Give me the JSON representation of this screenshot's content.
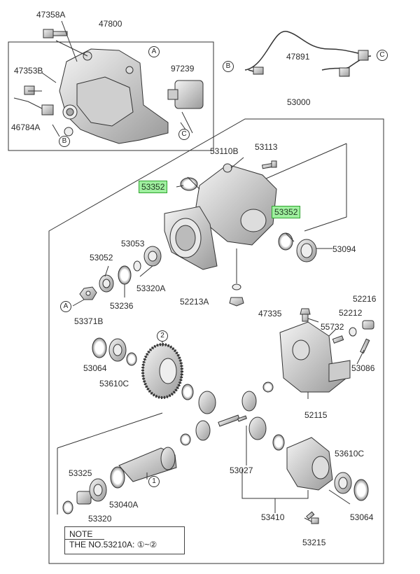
{
  "parts": {
    "p47358A": "47358A",
    "p47800": "47800",
    "p47353B": "47353B",
    "p46784A": "46784A",
    "p97239": "97239",
    "p47891": "47891",
    "p53000": "53000",
    "p53110B": "53110B",
    "p53113": "53113",
    "p53352a": "53352",
    "p53352b": "53352",
    "p53094": "53094",
    "p53053": "53053",
    "p53052": "53052",
    "p53320A": "53320A",
    "p53236": "53236",
    "p53371B": "53371B",
    "p52213A": "52213A",
    "p47335": "47335",
    "p52216": "52216",
    "p52212": "52212",
    "p55732": "55732",
    "p53086": "53086",
    "p53064a": "53064",
    "p53610Ca": "53610C",
    "p52115": "52115",
    "p53027": "53027",
    "p53325": "53325",
    "p53320": "53320",
    "p53040A": "53040A",
    "p53410": "53410",
    "p53610Cb": "53610C",
    "p53064b": "53064",
    "p53215": "53215"
  },
  "refs": {
    "A": "A",
    "B": "B",
    "C": "C",
    "two": "2",
    "one": "1"
  },
  "note": {
    "title": "NOTE",
    "text": "THE NO.53210A: ①~②"
  },
  "colors": {
    "highlight_fill": "#9fef9f",
    "highlight_border": "#2fa52f",
    "line": "#333333"
  }
}
